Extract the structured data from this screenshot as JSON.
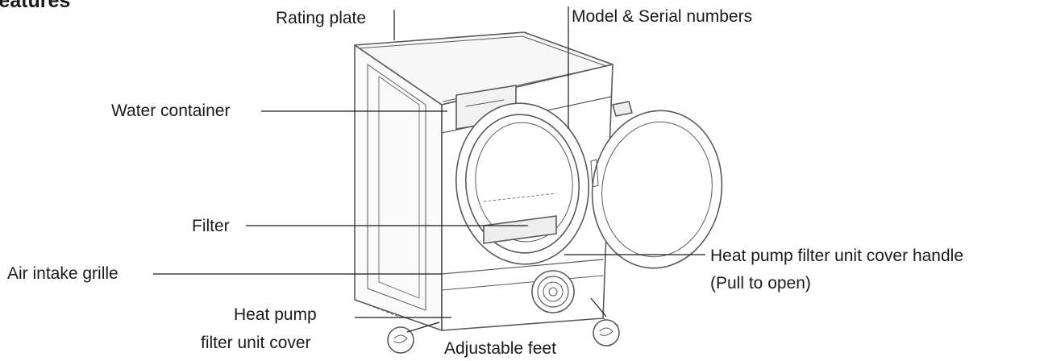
{
  "heading": "features",
  "labels": {
    "rating_plate": "Rating plate",
    "model_serial": "Model & Serial numbers",
    "water_container": "Water container",
    "filter": "Filter",
    "air_intake_grille": "Air intake grille",
    "heat_pump_cover_line1": "Heat pump",
    "heat_pump_cover_line2": "filter unit cover",
    "adjustable_feet": "Adjustable feet",
    "cover_handle_line1": "Heat pump filter unit cover handle",
    "cover_handle_line2": "(Pull to open)"
  },
  "colors": {
    "line": "#1a1a1a",
    "drawing": "#5a5a5a",
    "panel_fill": "#f4f4f4"
  }
}
